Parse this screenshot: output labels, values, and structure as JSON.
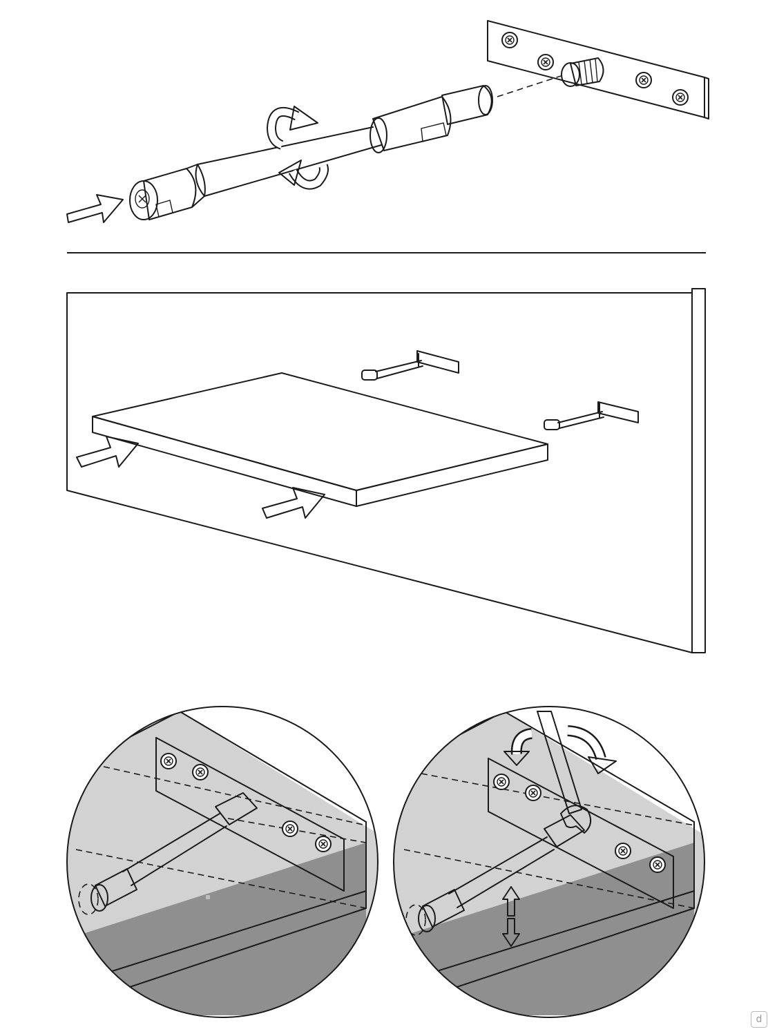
{
  "figure": {
    "steps": [
      {
        "name": "screw-rod-into-wall-plate"
      },
      {
        "name": "push-shelf-onto-rods"
      },
      {
        "name": "rod-installed-detail"
      },
      {
        "name": "adjust-level-with-wrench"
      }
    ]
  },
  "colors": {
    "line": "#1a1a1a",
    "wall": "#e6e6e6",
    "shelf_top": "#b8b8b8",
    "shelf_edge": "#a0a0a0",
    "detail_bg": "#d2d2d2",
    "detail_face": "#8f8f8f",
    "arrow_gray": "#b5b5b5",
    "arrow_white": "#ffffff"
  },
  "watermark": {
    "glyph": "d",
    "icon": "logo-badge-icon"
  }
}
